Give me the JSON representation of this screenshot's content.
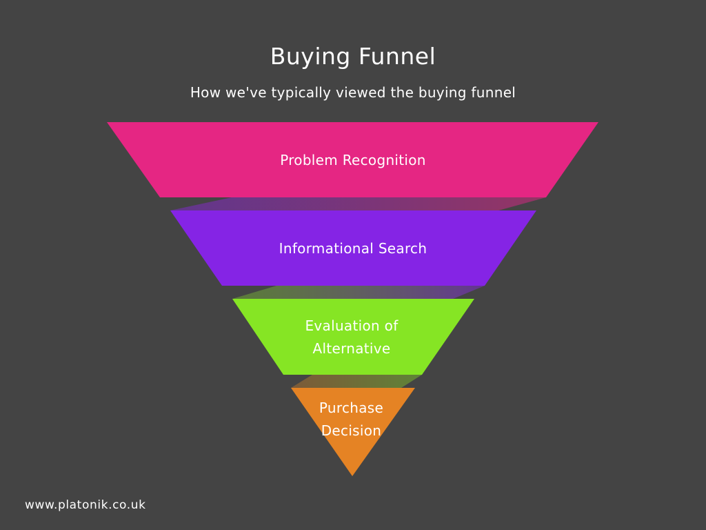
{
  "title": "Buying Funnel",
  "subtitle": "How we've typically viewed the buying funnel",
  "stages": [
    {
      "label": "Problem Recognition",
      "color": "#e52683"
    },
    {
      "label": "Informational Search",
      "color": "#8524e5"
    },
    {
      "label": "Evaluation of Alternative",
      "color": "#86e524"
    },
    {
      "label": "Purchase Decision",
      "color": "#e58324"
    }
  ],
  "footer": "www.platonik.co.uk"
}
